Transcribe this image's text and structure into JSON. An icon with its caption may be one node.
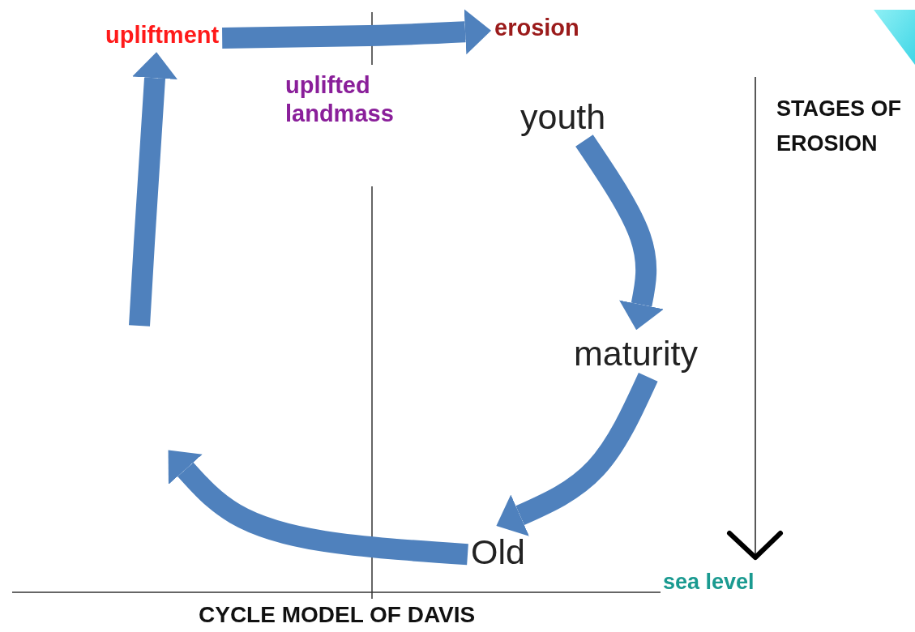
{
  "diagram": {
    "caption": "CYCLE MODEL OF DAVIS",
    "nodes": [
      {
        "text": [
          "upliftment"
        ]
      },
      {
        "text": [
          "erosion"
        ]
      },
      {
        "text": [
          "uplifted landmass"
        ]
      },
      {
        "text": [
          "youth"
        ]
      },
      {
        "text": [
          "maturity"
        ]
      },
      {
        "text": [
          "Old"
        ]
      }
    ],
    "edges": [
      {
        "from": 0,
        "to": 1,
        "arrow": "to"
      },
      {
        "from": 3,
        "to": 4,
        "arrow": "to"
      },
      {
        "from": 4,
        "to": 5,
        "arrow": "to"
      },
      {
        "from": 5,
        "to": null,
        "arrow": "to"
      },
      {
        "from": null,
        "to": 0,
        "arrow": "to"
      }
    ],
    "labels": [
      "STAGES OF EROSION",
      "sea level"
    ]
  }
}
